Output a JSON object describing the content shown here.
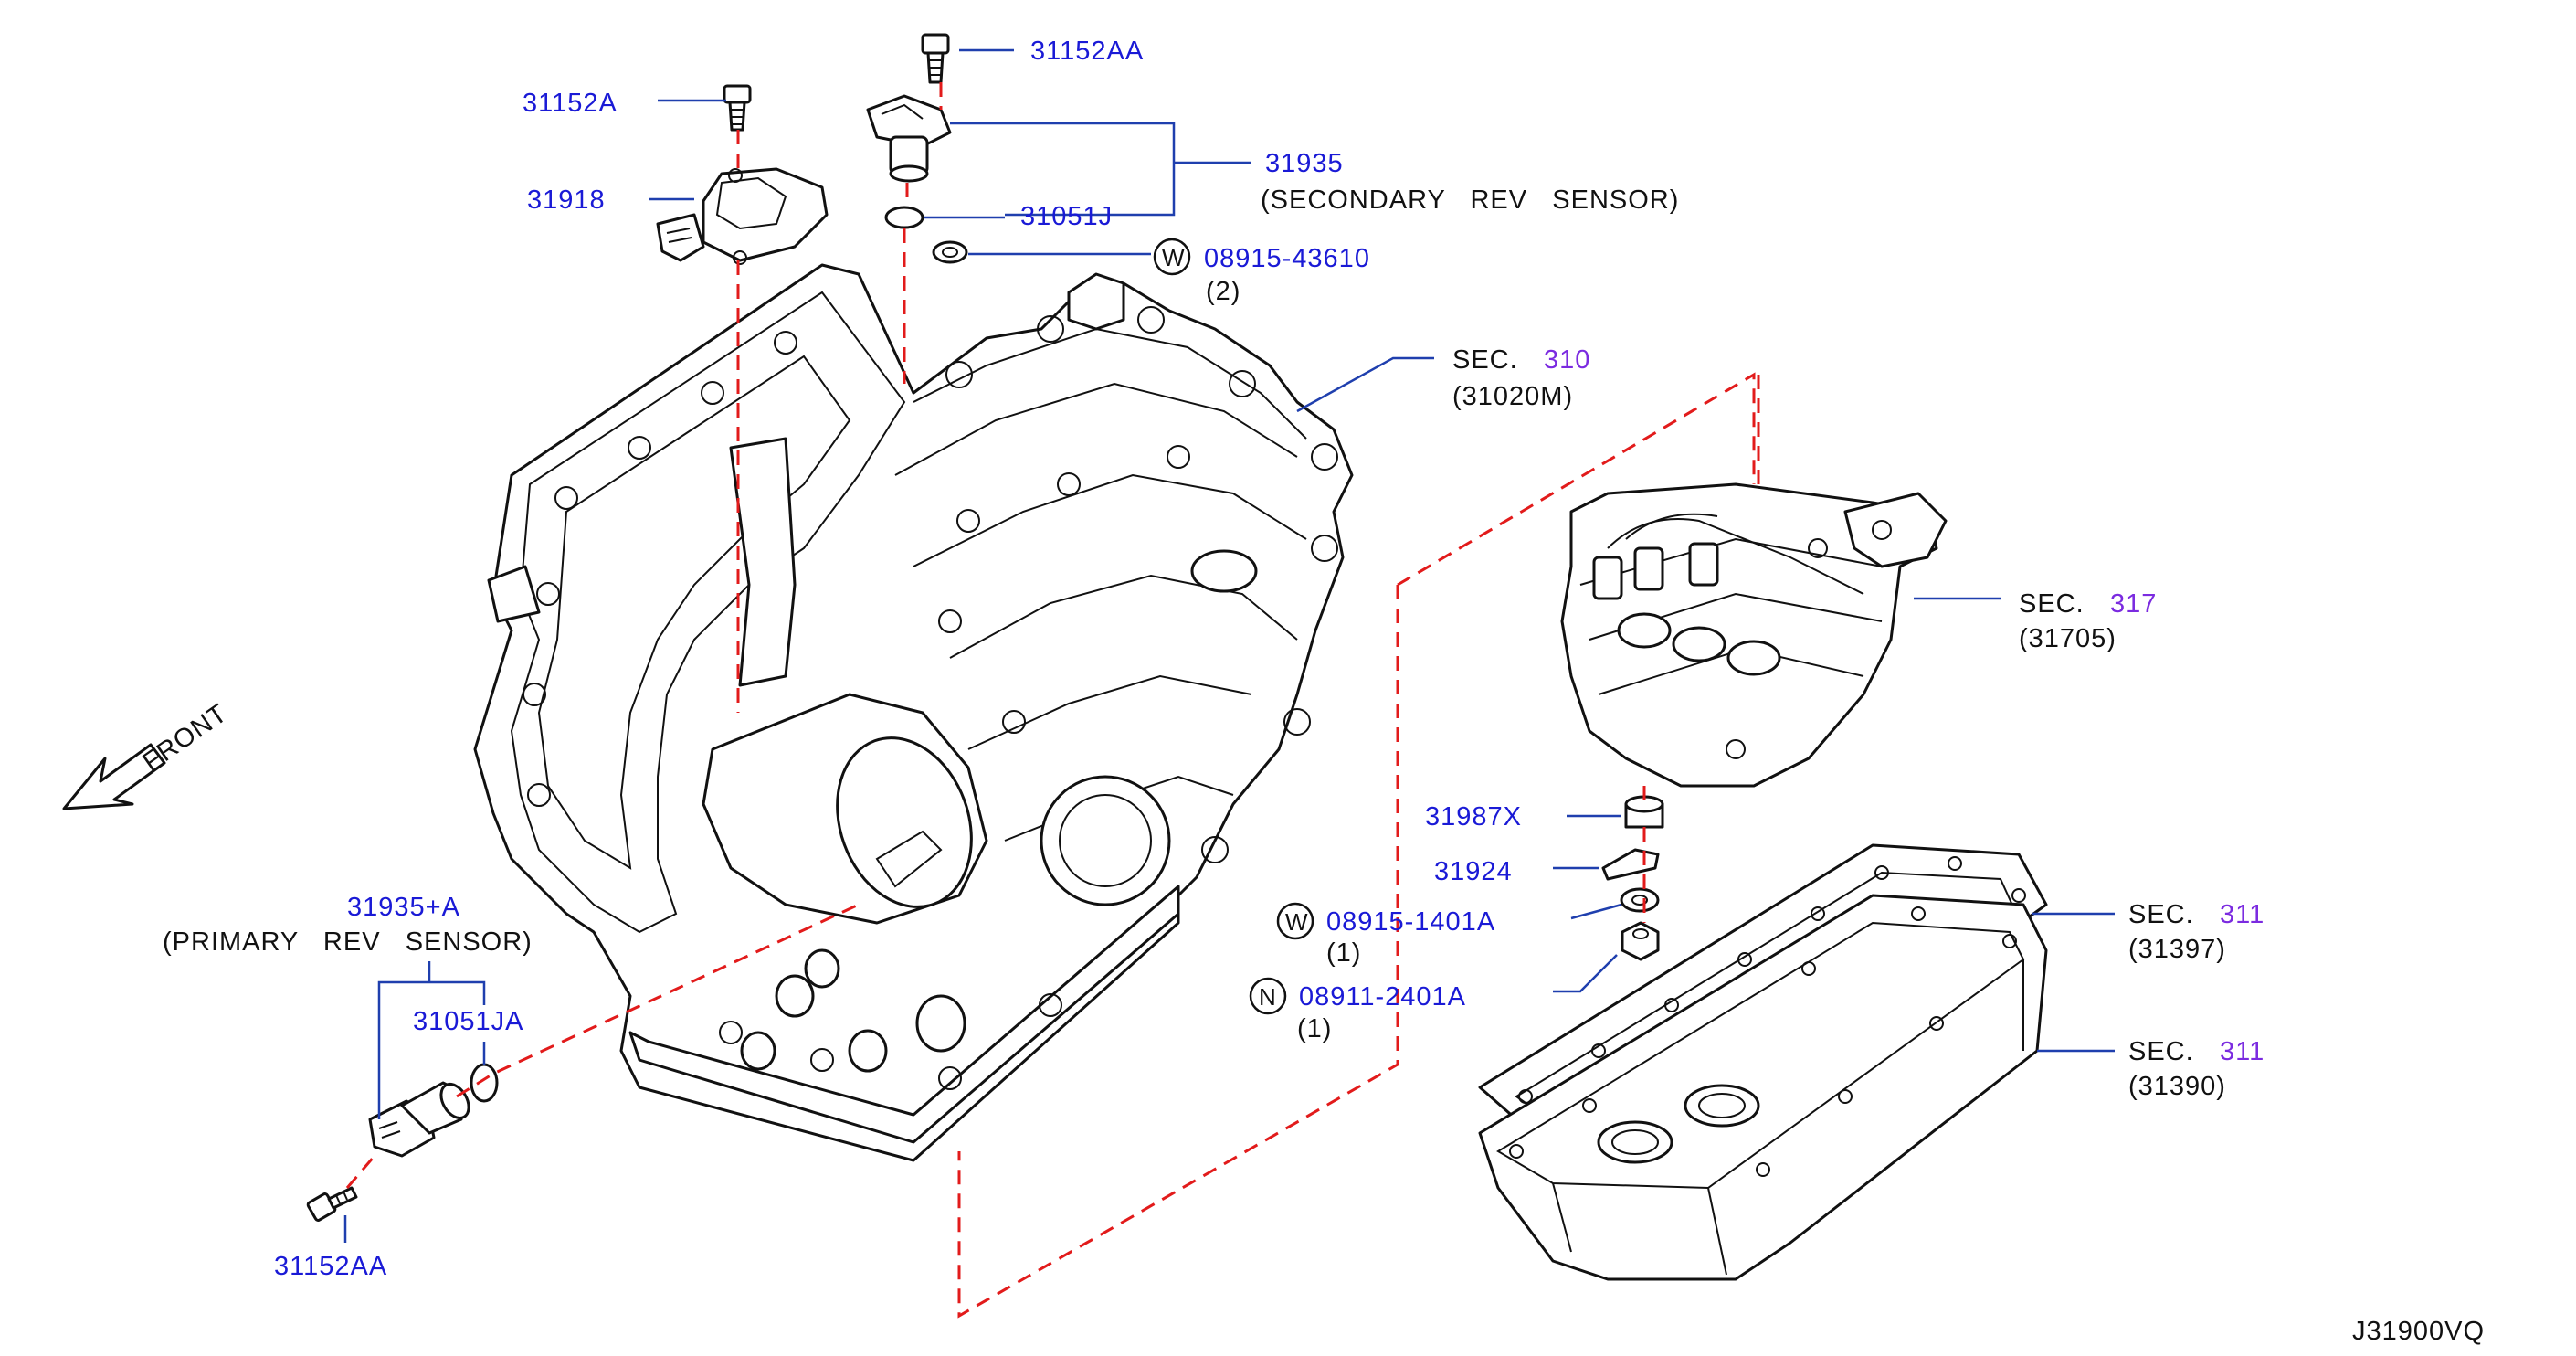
{
  "labels": {
    "bolt_top_right": "31152AA",
    "bolt_top_left": "31152A",
    "sec_rev_sensor_part": "31935",
    "sec_rev_sensor_desc": "(SECONDARY   REV   SENSOR)",
    "sensor_cover": "31918",
    "oring_top": "31051J",
    "washer_top_part": "08915-43610",
    "washer_top_qty": "(2)",
    "sec_310_prefix": "SEC.",
    "sec_310_num": "310",
    "sec_310_ref": "(31020M)",
    "front": "FRONT",
    "sec_317_prefix": "SEC.",
    "sec_317_num": "317",
    "sec_317_ref": "(31705)",
    "part_31987x": "31987X",
    "part_31924": "31924",
    "washer_mid_part": "08915-1401A",
    "washer_mid_qty": "(1)",
    "nut_part": "08911-2401A",
    "nut_qty": "(1)",
    "sec_311a_prefix": "SEC.",
    "sec_311a_num": "311",
    "sec_311a_ref": "(31397)",
    "sec_311b_prefix": "SEC.",
    "sec_311b_num": "311",
    "sec_311b_ref": "(31390)",
    "prim_rev_sensor_part": "31935+A",
    "prim_rev_sensor_desc": "(PRIMARY   REV   SENSOR)",
    "oring_primary": "31051JA",
    "bolt_bottom": "31152AA",
    "diagram_code": "J31900VQ"
  },
  "symbols": {
    "washer_symbol": "W",
    "nut_symbol": "N"
  },
  "colors": {
    "part_number": "#1a1ad6",
    "section_number": "#7b2be0",
    "leader_line": "#1f3fae",
    "dashed_line": "#e21b1b"
  }
}
